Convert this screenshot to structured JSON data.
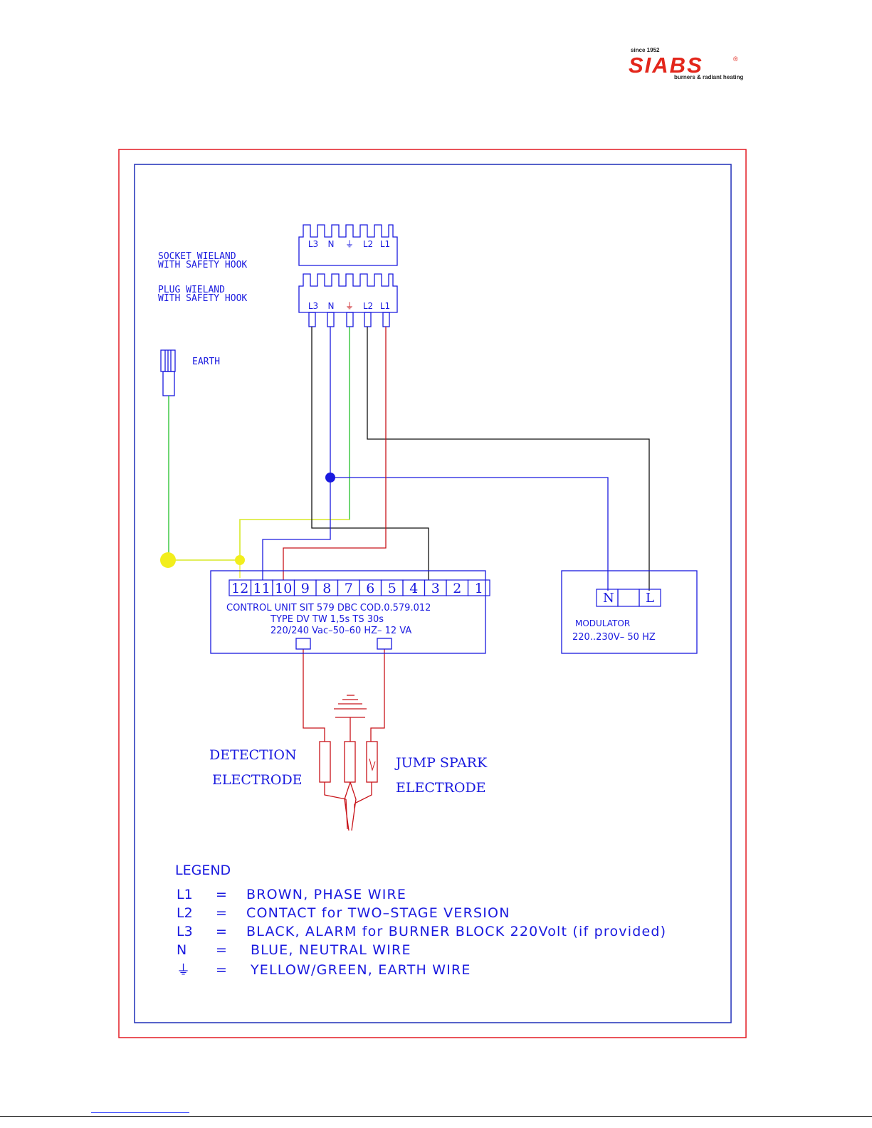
{
  "logo": {
    "since": "since 1952",
    "brand": "SIABS",
    "registered": "®",
    "tagline": "burners & radiant heating"
  },
  "labels": {
    "socket_line1": "SOCKET  WIELAND",
    "socket_line2": "WITH SAFETY HOOK",
    "plug_line1": "PLUG  WIELAND",
    "plug_line2": "WITH SAFETY HOOK",
    "earth": "EARTH",
    "detection_line1": "DETECTION",
    "detection_line2": "ELECTRODE",
    "jump_line1": "JUMP  SPARK",
    "jump_line2": "ELECTRODE"
  },
  "connector_pins": [
    "L3",
    "N",
    "⏚",
    "L2",
    "L1"
  ],
  "control_unit": {
    "terminals": [
      "12",
      "11",
      "10",
      "9",
      "8",
      "7",
      "6",
      "5",
      "4",
      "3",
      "2",
      "1"
    ],
    "line1": "CONTROL UNIT   SIT 579  DBC  COD.0.579.012",
    "line2": "TYPE DV   TW 1,5s   TS 30s",
    "line3": "220/240 Vac–50–60 HZ– 12 VA"
  },
  "modulator": {
    "terminals": [
      "N",
      "",
      "L"
    ],
    "line1": "MODULATOR",
    "line2": "220..230V– 50 HZ"
  },
  "legend": {
    "title": "LEGEND",
    "rows": [
      {
        "key": "L1",
        "eq": "=",
        "desc": "BROWN, PHASE WIRE"
      },
      {
        "key": "L2",
        "eq": "=",
        "desc": "CONTACT for TWO–STAGE VERSION"
      },
      {
        "key": "L3",
        "eq": "=",
        "desc": "BLACK, ALARM for BURNER BLOCK 220Volt (if provided)"
      },
      {
        "key": "N",
        "eq": "=",
        "desc": "BLUE, NEUTRAL WIRE"
      },
      {
        "key": "⏚",
        "eq": "=",
        "desc": "YELLOW/GREEN, EARTH WIRE"
      }
    ]
  },
  "colors": {
    "outer_frame": "#e31b23",
    "inner_frame": "#1f2fb8",
    "blue": "#1a1adf",
    "red": "#c8141a",
    "green": "#22c02a",
    "yellow": "#f2ee1c",
    "black": "#111111"
  }
}
